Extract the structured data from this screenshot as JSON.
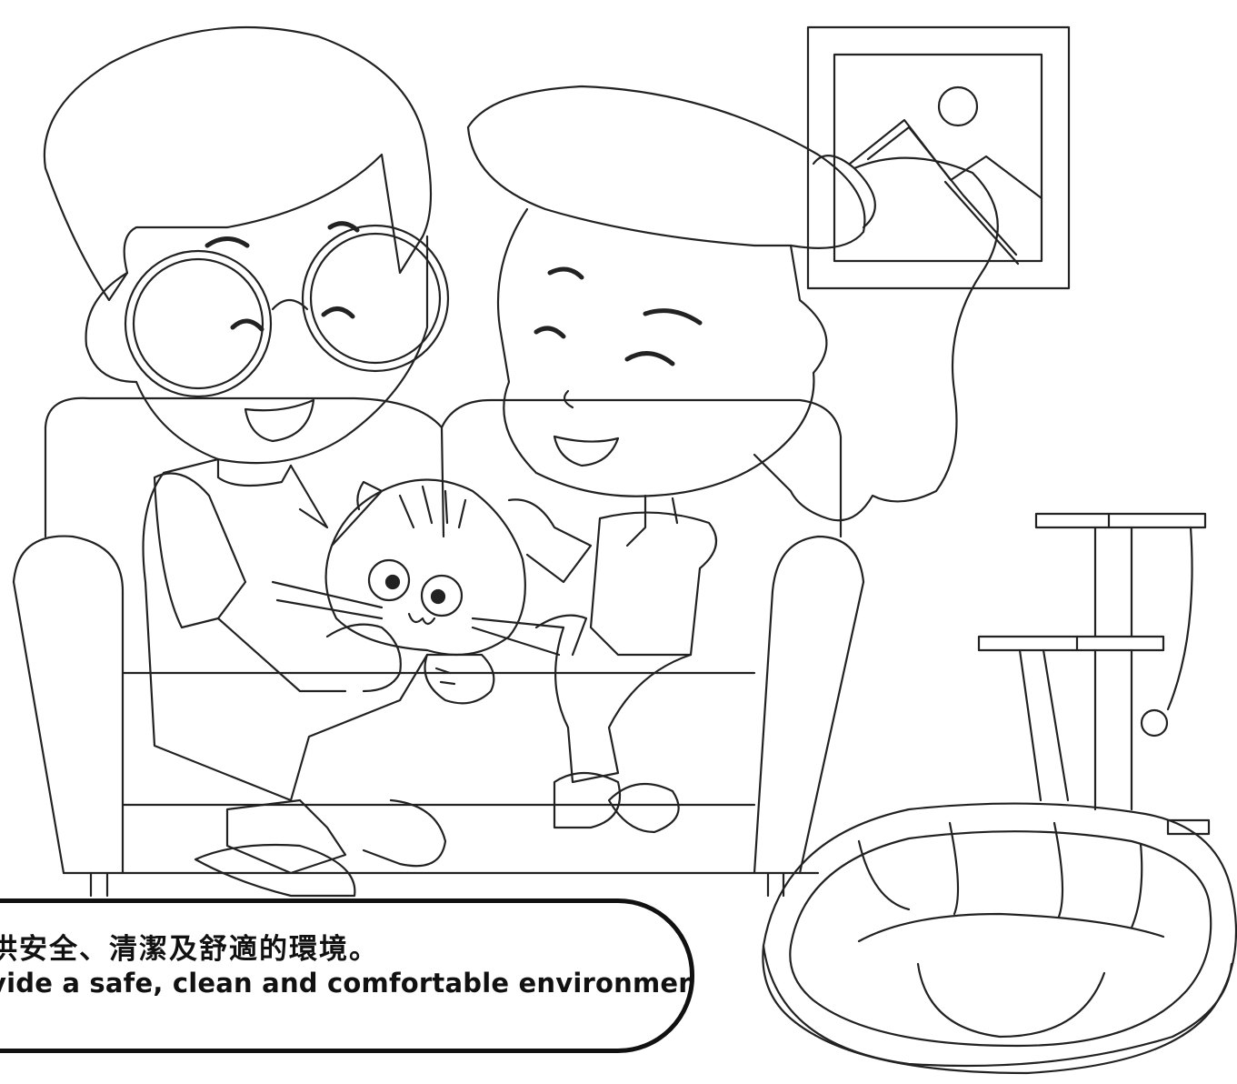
{
  "caption": {
    "line_zh": "供安全、清潔及舒適的環境。",
    "line_en": "vide a safe, clean and comfortable environment."
  },
  "colors": {
    "line": "#111111",
    "thin_line": "#333333",
    "background": "#ffffff"
  },
  "illustration": {
    "type": "coloring-page line drawing"
  }
}
